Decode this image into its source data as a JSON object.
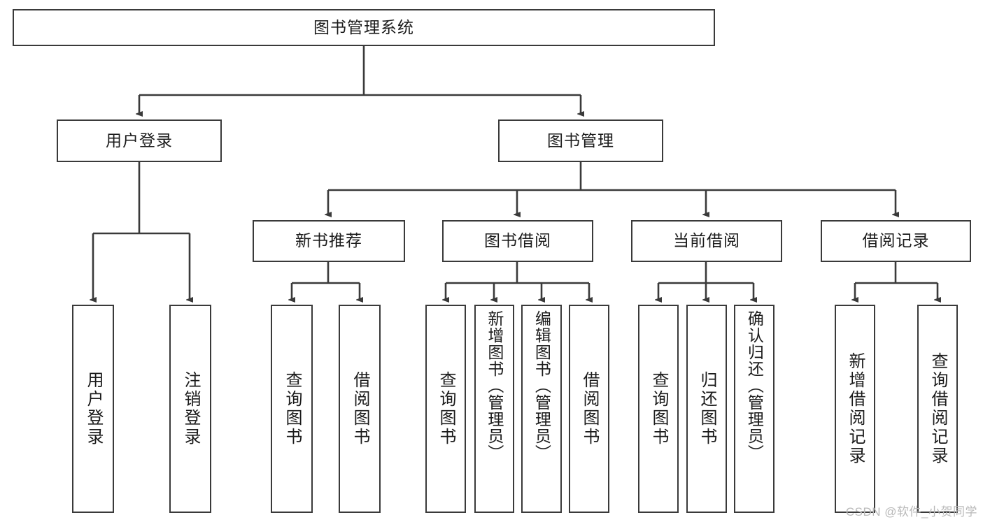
{
  "diagram": {
    "title": "图书管理系统",
    "type": "tree-hierarchy",
    "watermark": "CSDN @软件_小贺同学",
    "colors": {
      "stroke": "#3a3a3a",
      "fill": "#ffffff",
      "text": "#1b1b1b",
      "watermark": "#b9b9b9"
    },
    "levels": {
      "root": "图书管理系统",
      "level2": [
        "用户登录",
        "图书管理"
      ],
      "level3": [
        "新书推荐",
        "图书借阅",
        "当前借阅",
        "借阅记录"
      ],
      "leaves": [
        "用户登录",
        "注销登录",
        "查询图书",
        "借阅图书",
        "查询图书",
        "新增图书（管理员）",
        "编辑图书（管理员）",
        "借阅图书",
        "查询图书",
        "归还图书",
        "确认归还（管理员）",
        "新增借阅记录",
        "查询借阅记录"
      ]
    }
  },
  "nodes": {
    "root": {
      "label": "图书管理系统"
    },
    "user_login": {
      "label": "用户登录"
    },
    "book_manage": {
      "label": "图书管理"
    },
    "new_book_rec": {
      "label": "新书推荐"
    },
    "book_borrow": {
      "label": "图书借阅"
    },
    "current_borrow": {
      "label": "当前借阅"
    },
    "borrow_record": {
      "label": "借阅记录"
    },
    "leaf_user_login": {
      "label": "用户登录"
    },
    "leaf_logout": {
      "label": "注销登录"
    },
    "leaf_query_book_1": {
      "label": "查询图书"
    },
    "leaf_borrow_book_1": {
      "label": "借阅图书"
    },
    "leaf_query_book_2": {
      "label": "查询图书"
    },
    "leaf_add_book": {
      "label": "新增图书（管理员）"
    },
    "leaf_edit_book": {
      "label": "编辑图书（管理员）"
    },
    "leaf_borrow_book_2": {
      "label": "借阅图书"
    },
    "leaf_query_book_3": {
      "label": "查询图书"
    },
    "leaf_return_book": {
      "label": "归还图书"
    },
    "leaf_confirm_return": {
      "label": "确认归还（管理员）"
    },
    "leaf_add_record": {
      "label": "新增借阅记录"
    },
    "leaf_query_record": {
      "label": "查询借阅记录"
    }
  }
}
